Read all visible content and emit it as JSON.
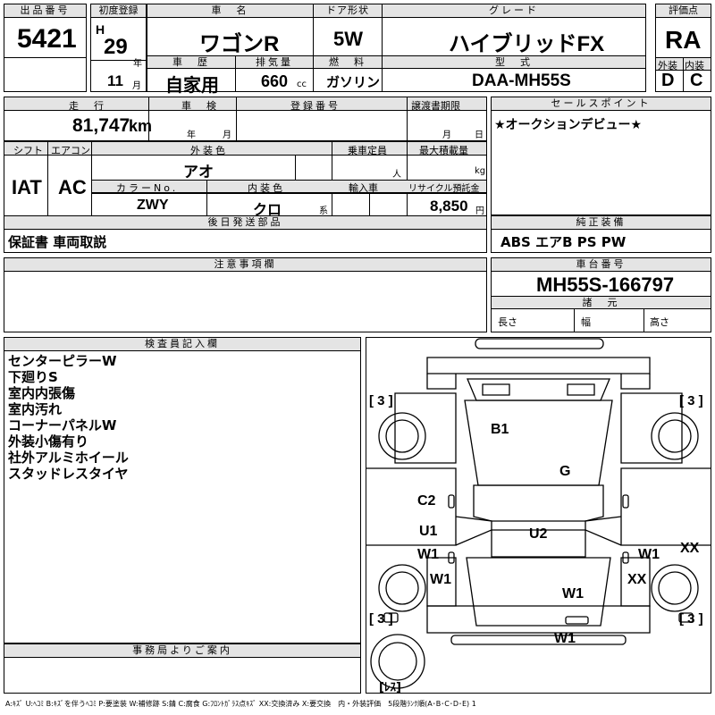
{
  "sheet": {
    "lot_label": "出品番号",
    "lot_number": "5421",
    "first_reg_label": "初度登録",
    "era_letter": "H",
    "year": "29",
    "year_unit": "年",
    "month": "11",
    "month_unit": "月",
    "car_name_label": "車　名",
    "car_name": "ワゴンR",
    "door_label": "ドア形状",
    "door": "5W",
    "grade_label": "グレード",
    "grade": "ハイブリッドFX",
    "score_label": "評価点",
    "score": "RA",
    "history_label": "車　歴",
    "history": "自家用",
    "displacement_label": "排気量",
    "displacement": "660",
    "displacement_unit": "cc",
    "fuel_label": "燃　料",
    "fuel": "ガソリン",
    "model_label": "型　式",
    "model": "DAA-MH55S",
    "exterior_label": "外装",
    "exterior_grade": "D",
    "interior_label": "内装",
    "interior_grade": "C",
    "mileage_label": "走　行",
    "mileage": "81,747",
    "mileage_unit": "km",
    "inspection_label": "車　検",
    "inspection_year_unit": "年",
    "inspection_month_unit": "月",
    "reg_number_label": "登録番号",
    "transfer_label": "譲渡書期限",
    "transfer_month_unit": "月",
    "transfer_day_unit": "日",
    "sales_point_label": "セールスポイント",
    "sales_point": "★オークションデビュー★",
    "shift_label": "シフト",
    "shift": "IAT",
    "aircon_label": "エアコン",
    "aircon": "AC",
    "exterior_color_label": "外装色",
    "exterior_color": "アオ",
    "capacity_label": "乗車定員",
    "capacity_unit": "人",
    "max_load_label": "最大積載量",
    "max_load_unit": "kg",
    "color_no_label": "カラーNo.",
    "color_no": "ZWY",
    "interior_color_label": "内装色",
    "interior_color": "クロ",
    "interior_color_suffix": "系",
    "import_label": "輸入車",
    "recycle_label": "リサイクル預託金",
    "recycle_fee": "8,850",
    "recycle_unit": "円",
    "later_items_label": "後日発送部品",
    "later_items": "保証書 車両取説",
    "equipment_label": "純正装備",
    "equipment": "ABS エアB PS PW",
    "caution_label": "注意事項欄",
    "chassis_label": "車台番号",
    "chassis": "MH55S-166797",
    "specs_label": "諸　元",
    "length_label": "長さ",
    "width_label": "幅",
    "height_label": "高さ",
    "inspector_label": "検査員記入欄",
    "inspector_notes": [
      "センターピラーW",
      "下廻りS",
      "室内内張傷",
      "室内汚れ",
      "コーナーパネルW",
      "外装小傷有り",
      "社外アルミホイール",
      "スタッドレスタイヤ"
    ],
    "office_label": "事務局よりご案内",
    "legend": "A:ｷｽﾞ U:ﾍｺﾐ B:ｷｽﾞを伴うﾍｺﾐ P:要塗装 W:補修跡 S:錆 C:腐食 G:ﾌﾛﾝﾄｶﾞﾗｽ点ｷｽﾞ XX:交換済み X:要交換　内・外装評価　5段階ﾗﾝｸ順(A･B･C･D･E) 1"
  },
  "diagram": {
    "tire_fl": "[ 3 ]",
    "tire_fr": "[ 3 ]",
    "tire_rl": "[ 3 ]",
    "tire_rr": "[ 3 ]",
    "spare": "[ﾚｽ]",
    "marks": [
      "B1",
      "G",
      "C2",
      "U1",
      "U2",
      "W1",
      "W1",
      "W1",
      "XX",
      "W1",
      "XX",
      "W1"
    ]
  }
}
